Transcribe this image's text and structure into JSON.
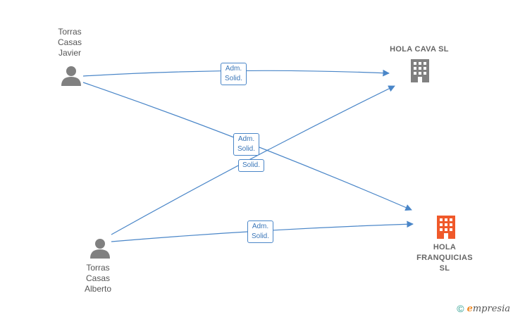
{
  "persons": [
    {
      "id": "javier",
      "label": "Torras\nCasas\nJavier"
    },
    {
      "id": "alberto",
      "label": "Torras\nCasas\nAlberto"
    }
  ],
  "companies": [
    {
      "id": "cava",
      "label": "HOLA CAVA  SL",
      "color": "#808080"
    },
    {
      "id": "franquicias",
      "label": "HOLA\nFRANQUICIAS\nSL",
      "color": "#f0592a"
    }
  ],
  "relations": [
    {
      "from": "javier",
      "to": "cava",
      "label": "Adm.\nSolid."
    },
    {
      "from": "javier",
      "to": "franquicias",
      "label": "Adm.\nSolid."
    },
    {
      "from": "alberto",
      "to": "cava",
      "label": "Solid."
    },
    {
      "from": "alberto",
      "to": "franquicias",
      "label": "Adm.\nSolid."
    }
  ],
  "colors": {
    "edge": "#4a86c8",
    "person_icon": "#808080"
  },
  "footer": {
    "copyright_symbol": "©",
    "brand_first": "e",
    "brand_rest": "mpresia"
  }
}
